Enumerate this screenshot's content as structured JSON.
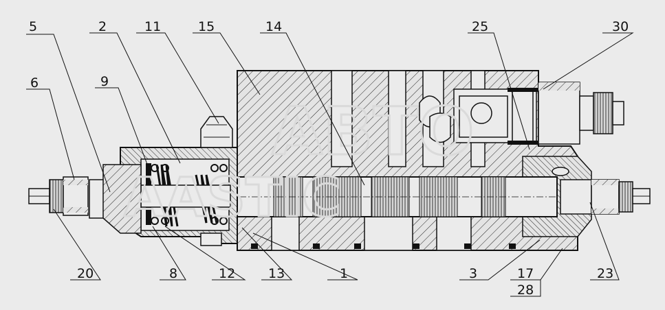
{
  "watermark": {
    "line1": "ABTO",
    "line2": "AASTIC"
  },
  "callouts": [
    {
      "id": "5",
      "label": "5"
    },
    {
      "id": "2",
      "label": "2"
    },
    {
      "id": "11",
      "label": "11"
    },
    {
      "id": "15",
      "label": "15"
    },
    {
      "id": "14",
      "label": "14"
    },
    {
      "id": "25",
      "label": "25"
    },
    {
      "id": "30",
      "label": "30"
    },
    {
      "id": "6",
      "label": "6"
    },
    {
      "id": "9",
      "label": "9"
    },
    {
      "id": "20",
      "label": "20"
    },
    {
      "id": "8",
      "label": "8"
    },
    {
      "id": "12",
      "label": "12"
    },
    {
      "id": "13",
      "label": "13"
    },
    {
      "id": "1",
      "label": "1"
    },
    {
      "id": "3",
      "label": "3"
    },
    {
      "id": "17",
      "label": "17"
    },
    {
      "id": "28",
      "label": "28"
    },
    {
      "id": "23",
      "label": "23"
    }
  ]
}
